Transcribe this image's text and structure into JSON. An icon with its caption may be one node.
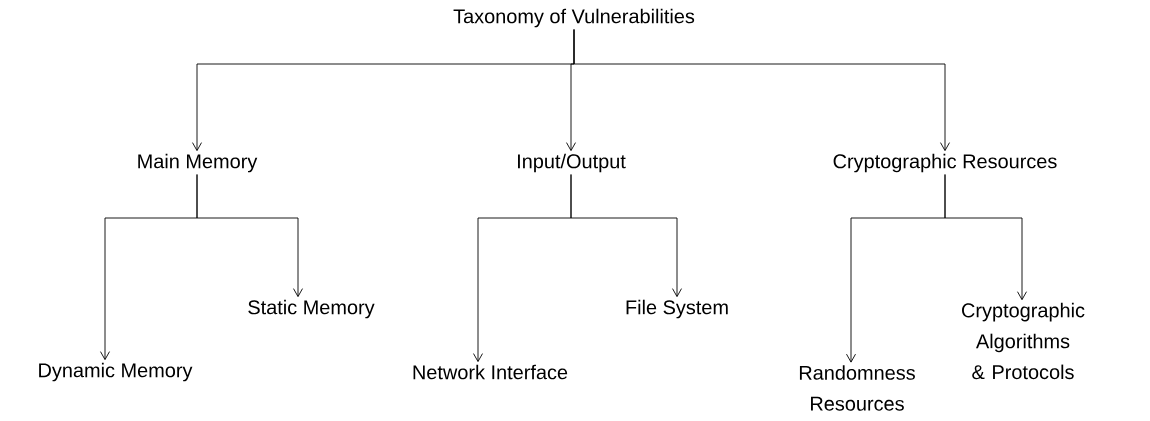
{
  "diagram": {
    "nodes": [
      {
        "text": [
          "Taxonomy of Vulnerabilities"
        ]
      },
      {
        "text": [
          "Main Memory"
        ]
      },
      {
        "text": [
          "Input/Output"
        ]
      },
      {
        "text": [
          "Cryptographic Resources"
        ]
      },
      {
        "text": [
          "Dynamic Memory"
        ]
      },
      {
        "text": [
          "Static Memory"
        ]
      },
      {
        "text": [
          "Network Interface"
        ]
      },
      {
        "text": [
          "File System"
        ]
      },
      {
        "text": [
          "Randomness Resources"
        ]
      },
      {
        "text": [
          "Cryptographic Algorithms & Protocols"
        ]
      }
    ],
    "edges": [
      {
        "from": 0,
        "to": 1,
        "arrow": "to"
      },
      {
        "from": 0,
        "to": 2,
        "arrow": "to"
      },
      {
        "from": 0,
        "to": 3,
        "arrow": "to"
      },
      {
        "from": 1,
        "to": 4,
        "arrow": "to"
      },
      {
        "from": 1,
        "to": 5,
        "arrow": "to"
      },
      {
        "from": 2,
        "to": 6,
        "arrow": "to"
      },
      {
        "from": 2,
        "to": 7,
        "arrow": "to"
      },
      {
        "from": 3,
        "to": 8,
        "arrow": "to"
      },
      {
        "from": 3,
        "to": 9,
        "arrow": "to"
      }
    ]
  }
}
